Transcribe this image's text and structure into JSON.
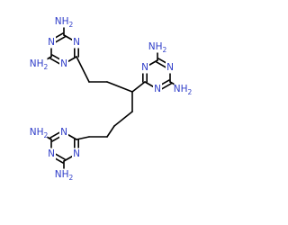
{
  "molecule": {
    "atom_color": "#2e3cc8",
    "bond_color": "#000000",
    "nitrogen_label": "N",
    "amine_label": "NH2",
    "amine_text": "NH",
    "amine_subscript": "2"
  }
}
